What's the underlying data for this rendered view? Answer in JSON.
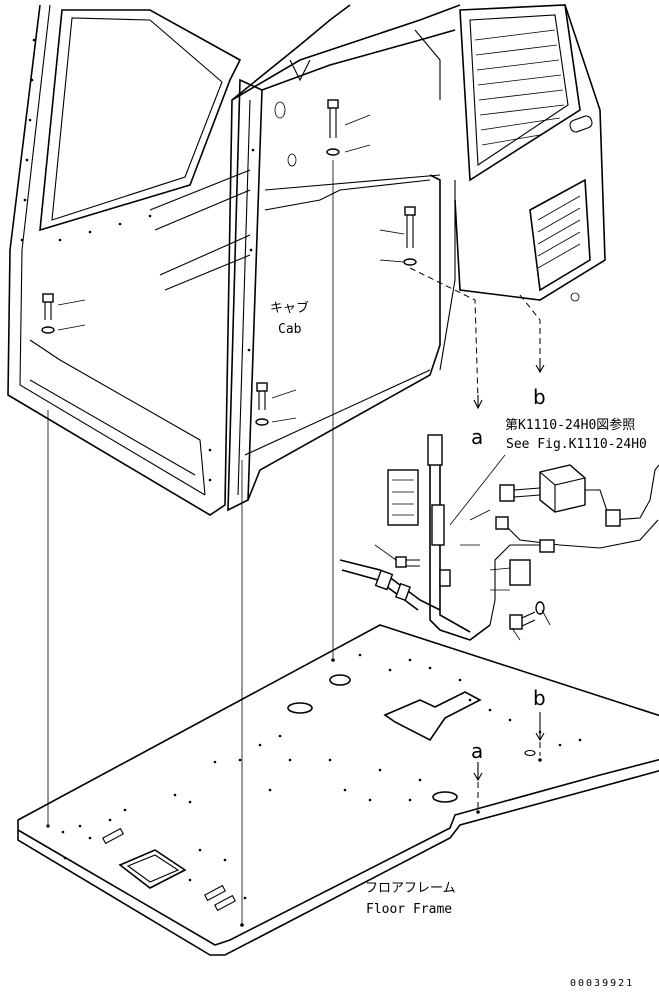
{
  "labels": {
    "cab_jp": "キャブ",
    "cab_en": "Cab",
    "see_fig_jp": "第K1110-24H0図参照",
    "see_fig_en": "See Fig.K1110-24H0",
    "floor_jp": "フロアフレーム",
    "floor_en": "Floor Frame",
    "ref_a_upper": "a",
    "ref_b_upper": "b",
    "ref_a_lower": "a",
    "ref_b_lower": "b",
    "drawing_number": "00039921"
  }
}
